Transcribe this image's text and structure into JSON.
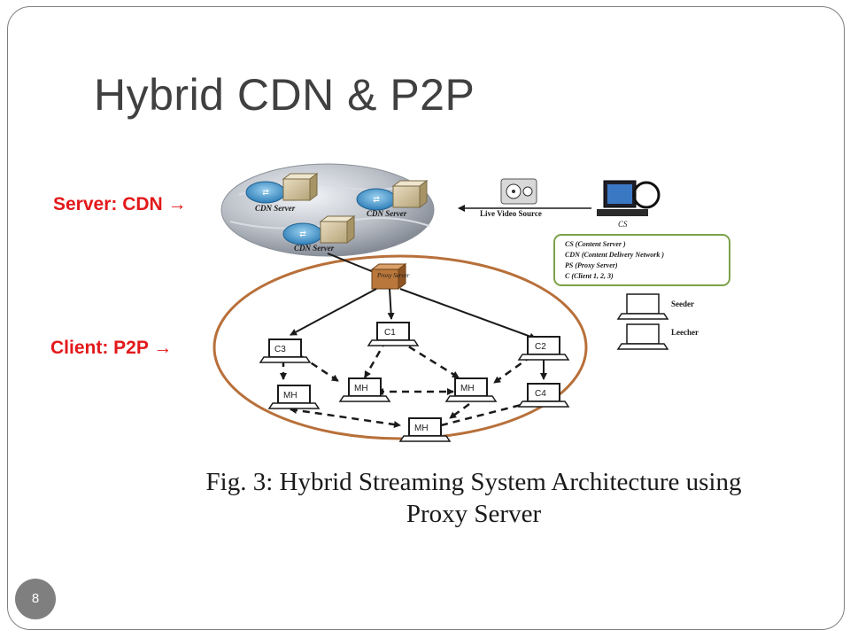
{
  "slide": {
    "title": "Hybrid CDN & P2P",
    "page_number": "8"
  },
  "labels": {
    "server": "Server: CDN →",
    "client": "Client: P2P →"
  },
  "diagram": {
    "cdn_servers": [
      "CDN Server",
      "CDN Server",
      "CDN Server"
    ],
    "proxy_server": "Proxy Server",
    "live_video_source": "Live Video Source",
    "content_server": "CS",
    "nodes": {
      "c1": "C1",
      "c2": "C2",
      "c3": "C3",
      "c4": "C4",
      "mh1": "MH",
      "mh2": "MH",
      "mh3": "MH",
      "mh4": "MH"
    },
    "legend": {
      "lines": [
        "CS (Content Server )",
        "CDN (Content Delivery Network )",
        "PS (Proxy Server)",
        "C (Client 1, 2, 3)"
      ],
      "seeder": "Seeder",
      "leecher": "Leecher"
    }
  },
  "caption": {
    "line1": "Fig. 3: Hybrid Streaming System Architecture using",
    "line2": "Proxy Server"
  },
  "colors": {
    "title": "#404040",
    "label_red": "#e3191b",
    "ellipse": "#b8703a",
    "border": "#7f7f7f"
  }
}
